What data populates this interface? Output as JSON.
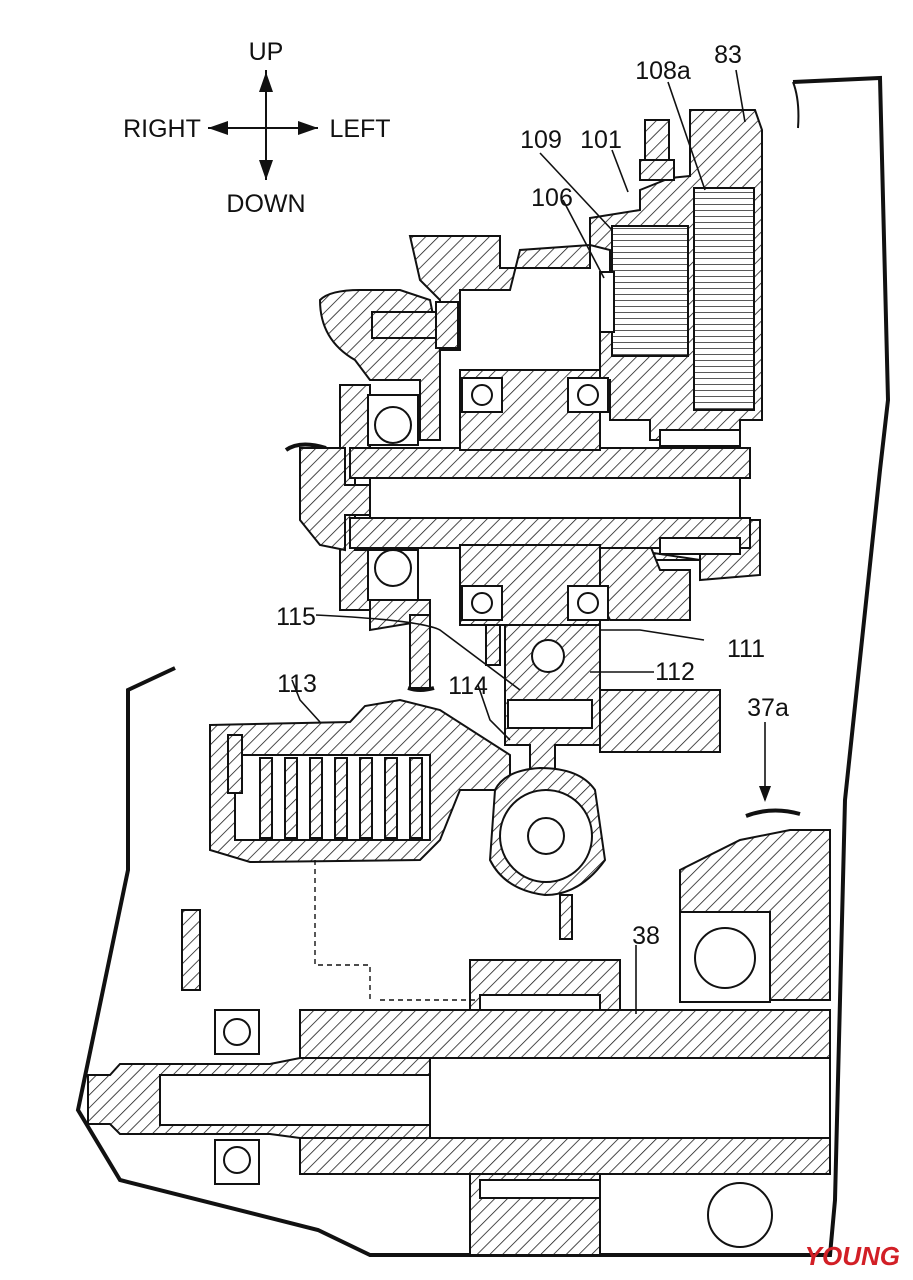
{
  "directions": {
    "up": "UP",
    "down": "DOWN",
    "left": "LEFT",
    "right": "RIGHT"
  },
  "labels": {
    "l83": "83",
    "l108a": "108a",
    "l101": "101",
    "l109": "109",
    "l106": "106",
    "l115": "115",
    "l111": "111",
    "l112": "112",
    "l113": "113",
    "l114": "114",
    "l37a": "37a",
    "l38": "38"
  },
  "watermark": "YOUNG",
  "colors": {
    "line": "#111111",
    "watermark": "#d21f26"
  }
}
